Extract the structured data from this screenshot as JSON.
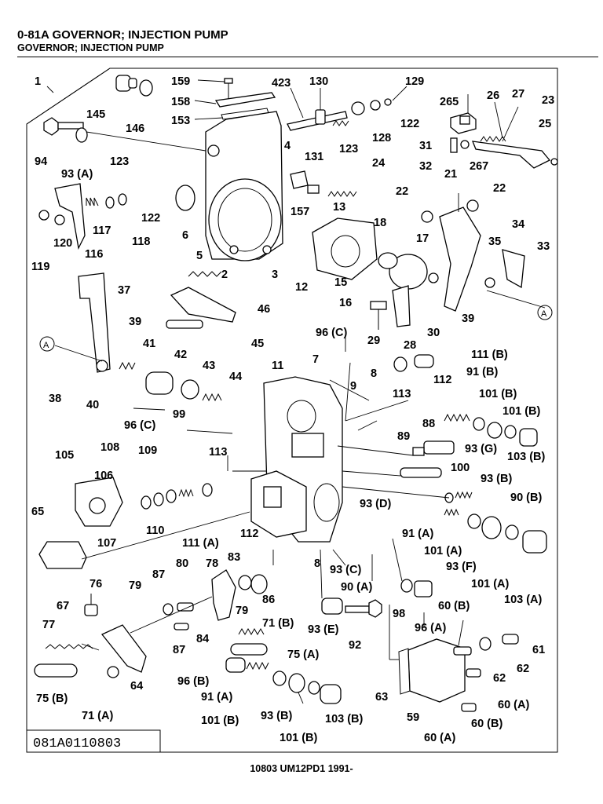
{
  "header": {
    "title": "0-81A  GOVERNOR; INJECTION PUMP",
    "subtitle": "GOVERNOR; INJECTION PUMP"
  },
  "diagram": {
    "code": "081A0110803",
    "labels": [
      {
        "id": "l1",
        "text": "1"
      },
      {
        "id": "l145",
        "text": "145"
      },
      {
        "id": "l146",
        "text": "146"
      },
      {
        "id": "l159",
        "text": "159"
      },
      {
        "id": "l158",
        "text": "158"
      },
      {
        "id": "l153",
        "text": "153"
      },
      {
        "id": "l423",
        "text": "423"
      },
      {
        "id": "l130",
        "text": "130"
      },
      {
        "id": "l129",
        "text": "129"
      },
      {
        "id": "l122a",
        "text": "122"
      },
      {
        "id": "l128",
        "text": "128"
      },
      {
        "id": "l123a",
        "text": "123"
      },
      {
        "id": "l131",
        "text": "131"
      },
      {
        "id": "l265",
        "text": "265"
      },
      {
        "id": "l26",
        "text": "26"
      },
      {
        "id": "l27",
        "text": "27"
      },
      {
        "id": "l23",
        "text": "23"
      },
      {
        "id": "l25",
        "text": "25"
      },
      {
        "id": "l31",
        "text": "31"
      },
      {
        "id": "l32",
        "text": "32"
      },
      {
        "id": "l267",
        "text": "267"
      },
      {
        "id": "l94",
        "text": "94"
      },
      {
        "id": "l93A",
        "text": "93 (A)"
      },
      {
        "id": "l123b",
        "text": "123"
      },
      {
        "id": "l4",
        "text": "4"
      },
      {
        "id": "l24",
        "text": "24"
      },
      {
        "id": "l21",
        "text": "21"
      },
      {
        "id": "l22a",
        "text": "22"
      },
      {
        "id": "l22b",
        "text": "22"
      },
      {
        "id": "l122b",
        "text": "122"
      },
      {
        "id": "l117",
        "text": "117"
      },
      {
        "id": "l118",
        "text": "118"
      },
      {
        "id": "l120",
        "text": "120"
      },
      {
        "id": "l116",
        "text": "116"
      },
      {
        "id": "l119",
        "text": "119"
      },
      {
        "id": "l6",
        "text": "6"
      },
      {
        "id": "l5",
        "text": "5"
      },
      {
        "id": "l157",
        "text": "157"
      },
      {
        "id": "l13",
        "text": "13"
      },
      {
        "id": "l18",
        "text": "18"
      },
      {
        "id": "l17",
        "text": "17"
      },
      {
        "id": "l35",
        "text": "35"
      },
      {
        "id": "l34",
        "text": "34"
      },
      {
        "id": "l33",
        "text": "33"
      },
      {
        "id": "l2",
        "text": "2"
      },
      {
        "id": "l3",
        "text": "3"
      },
      {
        "id": "l12",
        "text": "12"
      },
      {
        "id": "l15",
        "text": "15"
      },
      {
        "id": "l16",
        "text": "16"
      },
      {
        "id": "l37",
        "text": "37"
      },
      {
        "id": "l46",
        "text": "46"
      },
      {
        "id": "l45",
        "text": "45"
      },
      {
        "id": "l29",
        "text": "29"
      },
      {
        "id": "l28",
        "text": "28"
      },
      {
        "id": "l30",
        "text": "30"
      },
      {
        "id": "l39a",
        "text": "39"
      },
      {
        "id": "l39b",
        "text": "39"
      },
      {
        "id": "lA1",
        "text": "A"
      },
      {
        "id": "lA2",
        "text": "A"
      },
      {
        "id": "l41",
        "text": "41"
      },
      {
        "id": "l42",
        "text": "42"
      },
      {
        "id": "l96C1",
        "text": "96 (C)"
      },
      {
        "id": "l11",
        "text": "11"
      },
      {
        "id": "l7",
        "text": "7"
      },
      {
        "id": "l111B",
        "text": "111 (B)"
      },
      {
        "id": "l43",
        "text": "43"
      },
      {
        "id": "l44",
        "text": "44"
      },
      {
        "id": "l8a",
        "text": "8"
      },
      {
        "id": "l38",
        "text": "38"
      },
      {
        "id": "l9",
        "text": "9"
      },
      {
        "id": "l113a",
        "text": "113"
      },
      {
        "id": "l112a",
        "text": "112"
      },
      {
        "id": "l91B",
        "text": "91 (B)"
      },
      {
        "id": "l40",
        "text": "40"
      },
      {
        "id": "l101B1",
        "text": "101 (B)"
      },
      {
        "id": "l99",
        "text": "99"
      },
      {
        "id": "l101B2",
        "text": "101 (B)"
      },
      {
        "id": "l96C2",
        "text": "96 (C)"
      },
      {
        "id": "l88",
        "text": "88"
      },
      {
        "id": "l89",
        "text": "89"
      },
      {
        "id": "l93G",
        "text": "93 (G)"
      },
      {
        "id": "l103B1",
        "text": "103 (B)"
      },
      {
        "id": "l105",
        "text": "105"
      },
      {
        "id": "l108",
        "text": "108"
      },
      {
        "id": "l109",
        "text": "109"
      },
      {
        "id": "l113b",
        "text": "113"
      },
      {
        "id": "l100",
        "text": "100"
      },
      {
        "id": "l106",
        "text": "106"
      },
      {
        "id": "l93B1",
        "text": "93 (B)"
      },
      {
        "id": "l90B",
        "text": "90 (B)"
      },
      {
        "id": "l65",
        "text": "65"
      },
      {
        "id": "l93D",
        "text": "93 (D)"
      },
      {
        "id": "l110",
        "text": "110"
      },
      {
        "id": "l107",
        "text": "107"
      },
      {
        "id": "l111A",
        "text": "111 (A)"
      },
      {
        "id": "l112b",
        "text": "112"
      },
      {
        "id": "l91A1",
        "text": "91 (A)"
      },
      {
        "id": "l101A1",
        "text": "101 (A)"
      },
      {
        "id": "l8b",
        "text": "8"
      },
      {
        "id": "l93C",
        "text": "93 (C)"
      },
      {
        "id": "l93F",
        "text": "93 (F)"
      },
      {
        "id": "l90A",
        "text": "90 (A)"
      },
      {
        "id": "l101A2",
        "text": "101 (A)"
      },
      {
        "id": "l103A",
        "text": "103 (A)"
      },
      {
        "id": "l67",
        "text": "67"
      },
      {
        "id": "l76",
        "text": "76"
      },
      {
        "id": "l87a",
        "text": "87"
      },
      {
        "id": "l80",
        "text": "80"
      },
      {
        "id": "l78",
        "text": "78"
      },
      {
        "id": "l83",
        "text": "83"
      },
      {
        "id": "l79a",
        "text": "79"
      },
      {
        "id": "l79b",
        "text": "79"
      },
      {
        "id": "l86",
        "text": "86"
      },
      {
        "id": "l98",
        "text": "98"
      },
      {
        "id": "l60B1",
        "text": "60 (B)"
      },
      {
        "id": "l96A",
        "text": "96 (A)"
      },
      {
        "id": "l71B",
        "text": "71 (B)"
      },
      {
        "id": "l93E",
        "text": "93 (E)"
      },
      {
        "id": "l84",
        "text": "84"
      },
      {
        "id": "l87b",
        "text": "87"
      },
      {
        "id": "l75A",
        "text": "75 (A)"
      },
      {
        "id": "l92",
        "text": "92"
      },
      {
        "id": "l77",
        "text": "77"
      },
      {
        "id": "l61",
        "text": "61"
      },
      {
        "id": "l62a",
        "text": "62"
      },
      {
        "id": "l62b",
        "text": "62"
      },
      {
        "id": "l96B",
        "text": "96 (B)"
      },
      {
        "id": "l64",
        "text": "64"
      },
      {
        "id": "l91A2",
        "text": "91 (A)"
      },
      {
        "id": "l63",
        "text": "63"
      },
      {
        "id": "l60A1",
        "text": "60 (A)"
      },
      {
        "id": "l75B",
        "text": "75 (B)"
      },
      {
        "id": "l71A",
        "text": "71 (A)"
      },
      {
        "id": "l101B3",
        "text": "101 (B)"
      },
      {
        "id": "l93B2",
        "text": "93 (B)"
      },
      {
        "id": "l103B2",
        "text": "103 (B)"
      },
      {
        "id": "l59",
        "text": "59"
      },
      {
        "id": "l60B2",
        "text": "60 (B)"
      },
      {
        "id": "l101B4",
        "text": "101 (B)"
      },
      {
        "id": "l60A2",
        "text": "60 (A)"
      }
    ]
  },
  "footer": {
    "text": "10803 UM12PD1 1991-"
  }
}
